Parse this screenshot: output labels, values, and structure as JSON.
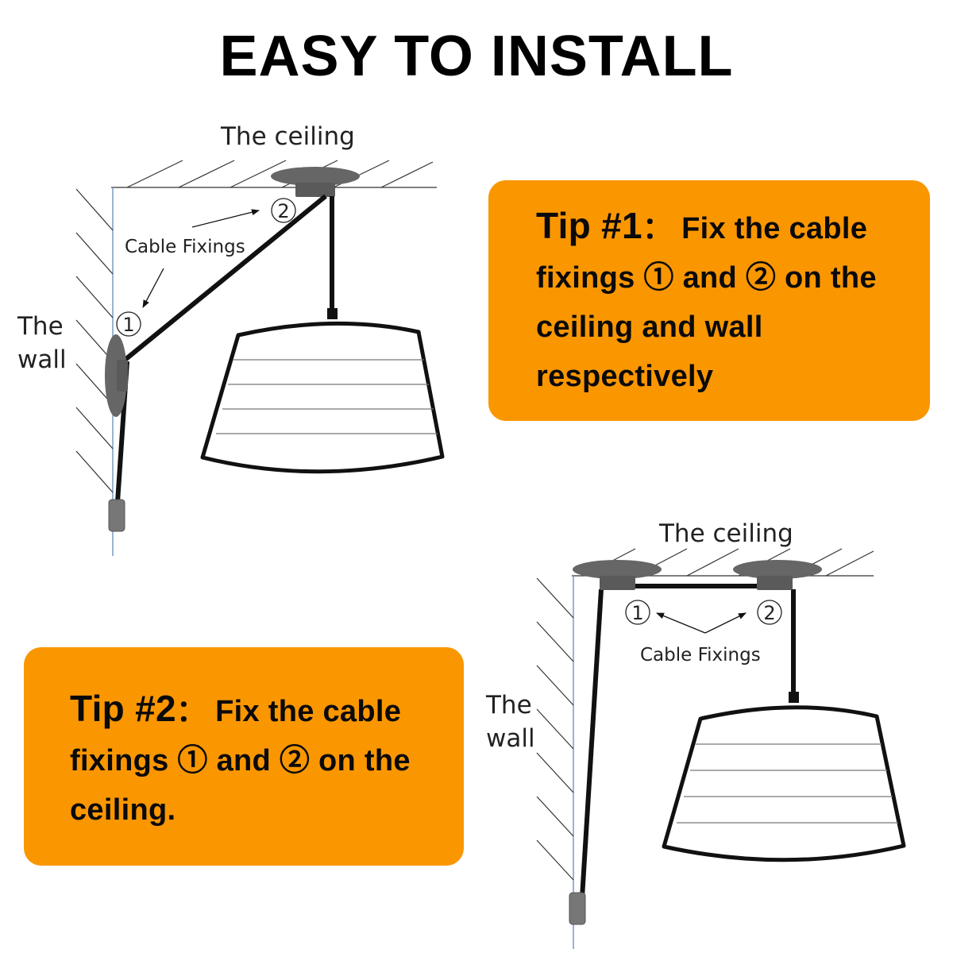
{
  "title": "EASY TO INSTALL",
  "diagram1": {
    "ceiling_label": "The ceiling",
    "wall_label_line1": "The",
    "wall_label_line2": "wall",
    "fixings_label": "Cable Fixings",
    "marker1": "1",
    "marker2": "2"
  },
  "diagram2": {
    "ceiling_label": "The ceiling",
    "wall_label_line1": "The",
    "wall_label_line2": "wall",
    "fixings_label": "Cable Fixings",
    "marker1": "1",
    "marker2": "2"
  },
  "tip1": {
    "label": "Tip #1",
    "separator": "：",
    "text": "Fix the cable fixings ① and ② on the ceiling and wall respectively"
  },
  "tip2": {
    "label": "Tip #2",
    "separator": "：",
    "text": "Fix the cable fixings ① and ② on the ceiling."
  },
  "colors": {
    "tip_box": "#fa9600",
    "fixture_gray": "#666666",
    "cable": "#111111",
    "wall_line": "#7a9cc6"
  }
}
